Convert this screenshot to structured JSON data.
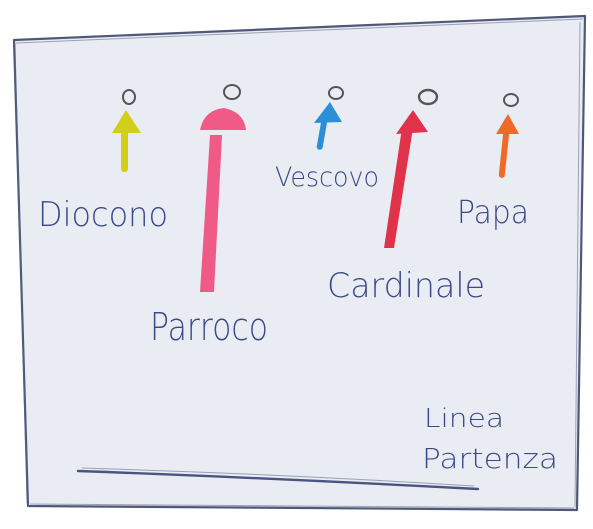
{
  "colors": {
    "paper": "#e9ecf3",
    "ink": "#3a4a86",
    "border": "#4f5878"
  },
  "figures": [
    {
      "id": "diacono",
      "label": "Diocono",
      "color": "#d2cf1a"
    },
    {
      "id": "parroco",
      "label": "Parroco",
      "color": "#ef5a86"
    },
    {
      "id": "vescovo",
      "label": "Vescovo",
      "color": "#2a8fd6"
    },
    {
      "id": "cardinale",
      "label": "Cardinale",
      "color": "#e0324a"
    },
    {
      "id": "papa",
      "label": "Papa",
      "color": "#ef6a2a"
    }
  ],
  "start_line": {
    "label_line1": "Linea",
    "label_line2": "Partenza"
  }
}
